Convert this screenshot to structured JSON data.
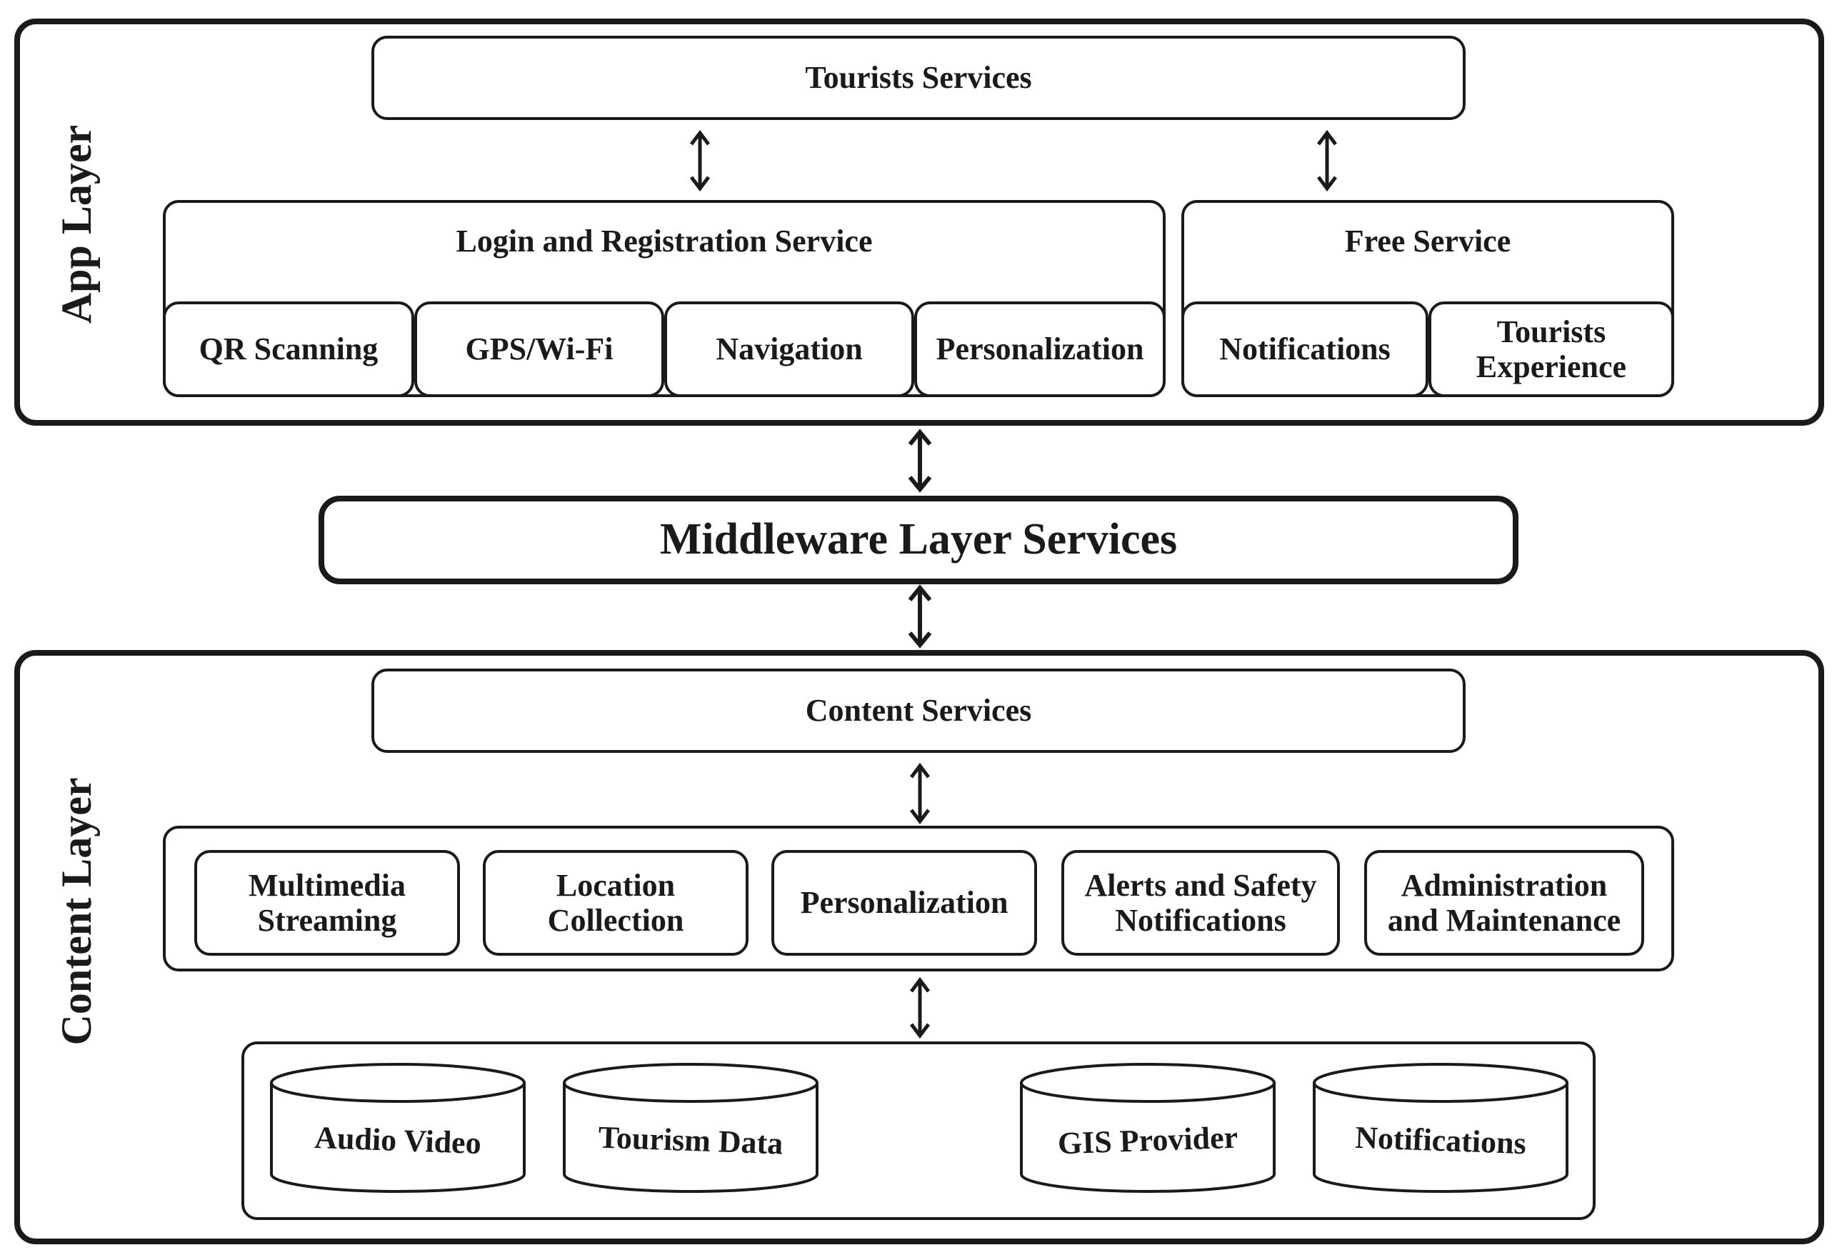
{
  "app_layer": {
    "title": "App Layer",
    "tourists_services": "Tourists Services",
    "login_group": {
      "title": "Login and Registration Service",
      "items": [
        "QR Scanning",
        "GPS/Wi-Fi",
        "Navigation",
        "Personalization"
      ]
    },
    "free_group": {
      "title": "Free Service",
      "items": [
        "Notifications",
        "Tourists\nExperience"
      ]
    }
  },
  "middleware": {
    "title": "Middleware Layer Services"
  },
  "content_layer": {
    "title": "Content Layer",
    "content_services": "Content Services",
    "services": [
      "Multimedia\nStreaming",
      "Location\nCollection",
      "Personalization",
      "Alerts and Safety\nNotifications",
      "Administration\nand Maintenance"
    ],
    "datastores": [
      "Audio Video",
      "Tourism Data",
      "GIS Provider",
      "Notifications"
    ]
  }
}
